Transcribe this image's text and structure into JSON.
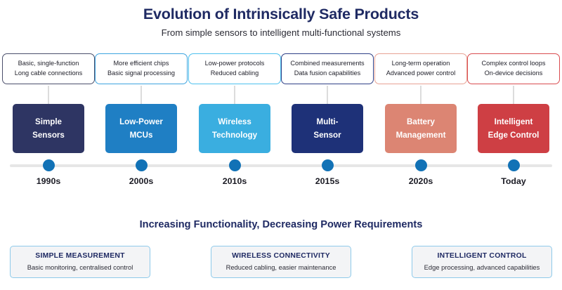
{
  "header": {
    "title": "Evolution of Intrinsically Safe Products",
    "subtitle": "From simple sensors to intelligent multi-functional systems",
    "title_color": "#1f2a63"
  },
  "timeline": {
    "axis_color": "#e6e6e6",
    "dot_color": "#1272b6",
    "connector_color": "#dcdcdc",
    "milestones": [
      {
        "year": "1990s",
        "name": "Simple Sensors",
        "name_line1": "Simple",
        "name_line2": "Sensors",
        "box_color": "#2e3563",
        "callout_border": "#4b4f6b",
        "callout_line1": "Basic, single-function",
        "callout_line2": "Long cable connections"
      },
      {
        "year": "2000s",
        "name": "Low-Power MCUs",
        "name_line1": "Low-Power",
        "name_line2": "MCUs",
        "box_color": "#1f7fc4",
        "callout_border": "#3da4e0",
        "callout_line1": "More efficient chips",
        "callout_line2": "Basic signal processing"
      },
      {
        "year": "2010s",
        "name": "Wireless Technology",
        "name_line1": "Wireless",
        "name_line2": "Technology",
        "box_color": "#3aaee0",
        "callout_border": "#4cc0ee",
        "callout_line1": "Low-power protocols",
        "callout_line2": "Reduced cabling"
      },
      {
        "year": "2015s",
        "name": "Multi-Sensor",
        "name_line1": "Multi-",
        "name_line2": "Sensor",
        "box_color": "#1e3178",
        "callout_border": "#2e3f86",
        "callout_line1": "Combined measurements",
        "callout_line2": "Data fusion capabilities"
      },
      {
        "year": "2020s",
        "name": "Battery Management",
        "name_line1": "Battery",
        "name_line2": "Management",
        "box_color": "#dc8573",
        "callout_border": "#e8a294",
        "callout_line1": "Long-term operation",
        "callout_line2": "Advanced power control"
      },
      {
        "year": "Today",
        "name": "Intelligent Edge Control",
        "name_line1": "Intelligent",
        "name_line2": "Edge Control",
        "box_color": "#ce3f44",
        "callout_border": "#d94c50",
        "callout_line1": "Complex control loops",
        "callout_line2": "On-device decisions"
      }
    ]
  },
  "footer": {
    "title": "Increasing Functionality, Decreasing Power Requirements",
    "cards": [
      {
        "title": "SIMPLE MEASUREMENT",
        "description": "Basic monitoring, centralised control"
      },
      {
        "title": "WIRELESS CONNECTIVITY",
        "description": "Reduced cabling, easier maintenance"
      },
      {
        "title": "INTELLIGENT CONTROL",
        "description": "Edge processing, advanced capabilities"
      }
    ]
  }
}
